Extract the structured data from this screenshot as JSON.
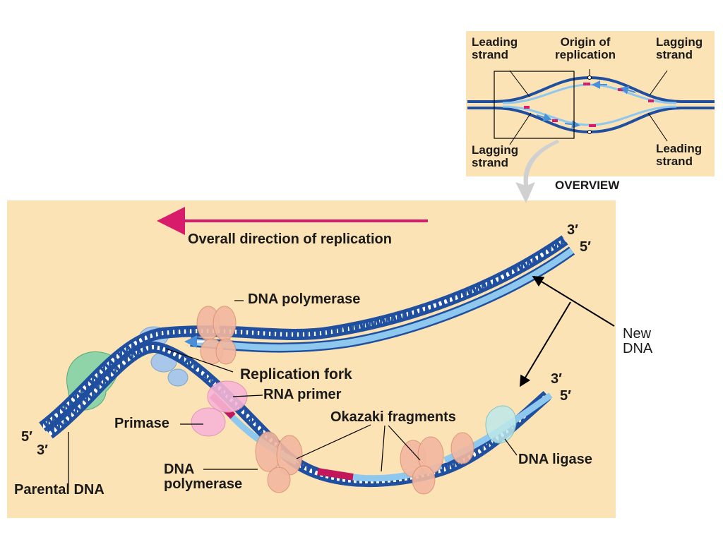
{
  "overview": {
    "title": "OVERVIEW",
    "leading_strand_top": "Leading\nstrand",
    "origin": "Origin of\nreplication",
    "lagging_strand_top": "Lagging\nstrand",
    "lagging_strand_bottom": "Lagging\nstrand",
    "leading_strand_bottom": "Leading\nstrand"
  },
  "main": {
    "direction_label": "Overall direction of replication",
    "dna_polymerase_top": "DNA polymerase",
    "replication_fork": "Replication fork",
    "rna_primer": "RNA primer",
    "primase": "Primase",
    "okazaki": "Okazaki fragments",
    "dna_polymerase_bottom": "DNA\npolymerase",
    "dna_ligase": "DNA ligase",
    "parental_dna": "Parental DNA",
    "new_dna": "New\nDNA",
    "end_3_top_right": "3′",
    "end_5_top_right": "5′",
    "end_3_mid_right": "3′",
    "end_5_mid_right": "5′",
    "end_5_left": "5′",
    "end_3_left": "3′"
  },
  "colors": {
    "panel_bg": "#fbe3b5",
    "parental_strand": "#2a5aa8",
    "new_strand": "#8ec8ef",
    "arrow_magenta": "#d81b6a",
    "primer": "#c2185b",
    "polymerase": "#f3b8a0",
    "primase": "#f7b6d6",
    "helicase": "#a9c7e8",
    "topo": "#8fd3a8",
    "ligase": "#bde8ea"
  }
}
